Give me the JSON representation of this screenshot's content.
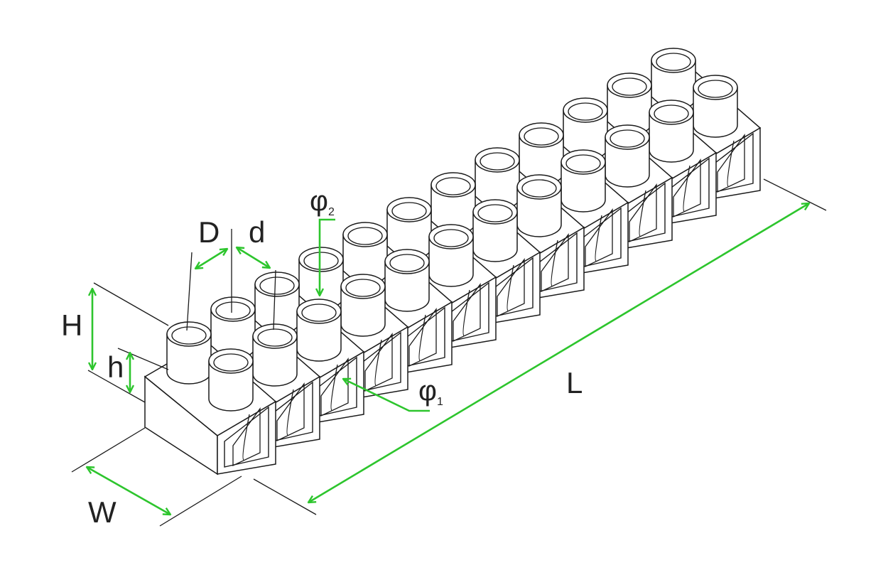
{
  "labels": {
    "L": "L",
    "W": "W",
    "H": "H",
    "h": "h",
    "D": "D",
    "d": "d",
    "phi1": "φ",
    "phi1_sub": "1",
    "phi2": "φ",
    "phi2_sub": "2"
  },
  "colors": {
    "line": "#1a1a1a",
    "dimension": "#2dc52d",
    "background": "#ffffff"
  },
  "terminal_count": 12
}
